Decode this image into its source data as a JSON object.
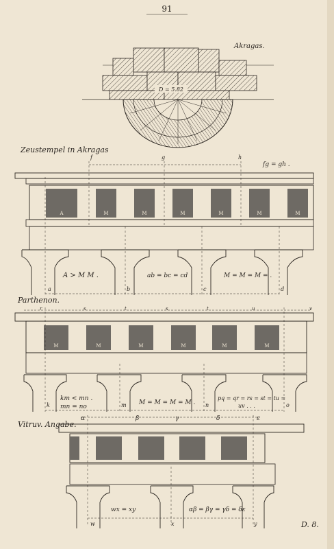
{
  "page": {
    "number": "91",
    "paper_color": "#efe6d4",
    "ink_color": "#2a2520",
    "metope_color": "#6e6a64"
  },
  "akragas": {
    "label": "Akragas.",
    "diameter_label": "D = 5.82"
  },
  "section1": {
    "title": "Zeustempel in Akragas",
    "top_letters": [
      "f",
      "g",
      "h"
    ],
    "formula_top": "fg = gh .",
    "metope_labels": [
      "A",
      "M",
      "M",
      "M",
      "M",
      "M",
      "M"
    ],
    "bottom_letters": [
      "a",
      "b",
      "c",
      "d"
    ],
    "formula_left": "A > M M .",
    "formula_mid": "ab = bc = cd",
    "formula_right": "M = M = M = ."
  },
  "section2": {
    "title": "Parthenon.",
    "top_letters": [
      "r",
      "s",
      "t",
      "s",
      "t",
      "u",
      "v"
    ],
    "metope_labels": [
      "M",
      "M",
      "M",
      "M",
      "M",
      "M"
    ],
    "bottom_letters": [
      "k",
      "m",
      "n",
      "o"
    ],
    "formula_left_1": "km < mn .",
    "formula_left_2": "mn = no",
    "formula_mid": "M = M = M = M .",
    "formula_right_1": "pq = qr = rs = st = tu =",
    "formula_right_2": "uv . . ."
  },
  "section3": {
    "title": "Vitruv. Angabe.",
    "top_letters": [
      "α",
      "β",
      "γ",
      "δ",
      "ε"
    ],
    "bottom_letters": [
      "w",
      "x",
      "y"
    ],
    "formula_left": "wx = xy",
    "formula_right": "αβ = βγ = γδ = δε"
  },
  "signature": "D. 8."
}
